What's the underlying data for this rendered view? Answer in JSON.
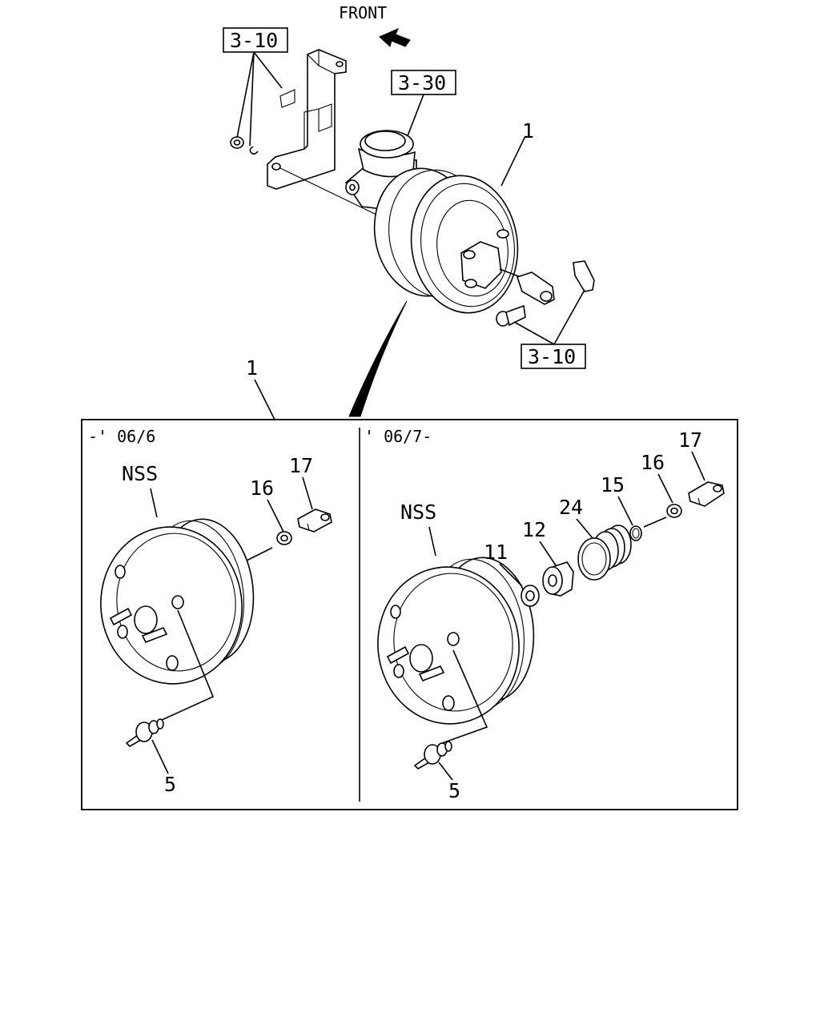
{
  "header": {
    "front_label": "FRONT"
  },
  "refs": {
    "ref_3_10_top": "3-10",
    "ref_3_30": "3-30",
    "ref_3_10_bottom": "3-10"
  },
  "top": {
    "item_booster": "1",
    "item_detail": "1"
  },
  "panel_left": {
    "period": "-' 06/6",
    "nss": "NSS",
    "items": {
      "p16": "16",
      "p17": "17",
      "p5": "5"
    }
  },
  "panel_right": {
    "period": "' 06/7-",
    "nss": "NSS",
    "items": {
      "p11": "11",
      "p12": "12",
      "p24": "24",
      "p15": "15",
      "p16": "16",
      "p17": "17",
      "p5": "5"
    }
  }
}
